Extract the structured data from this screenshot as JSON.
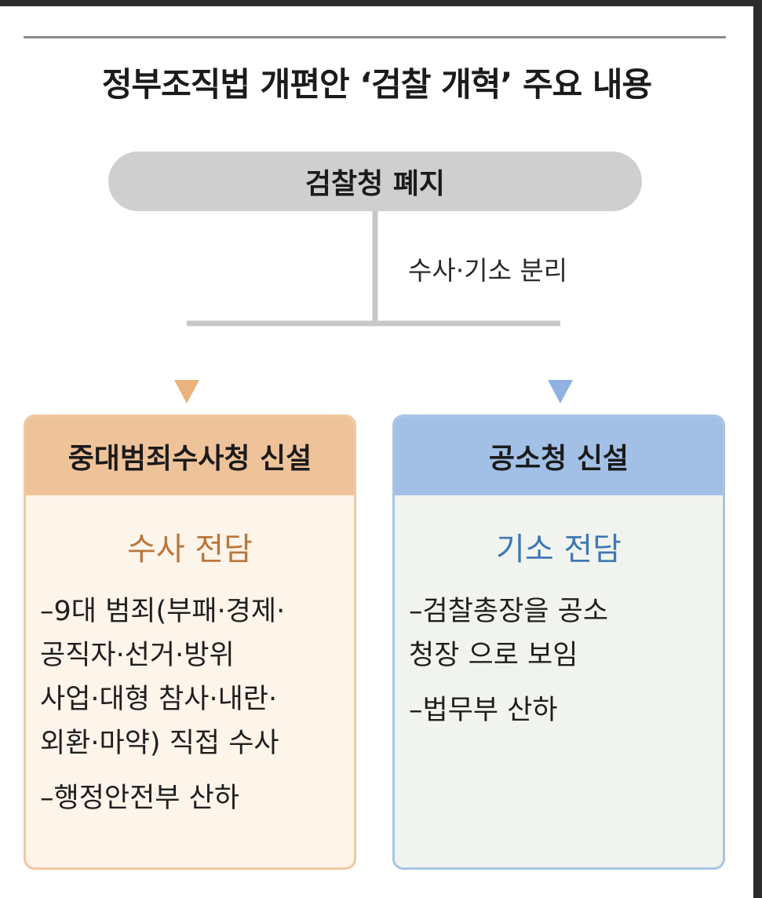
{
  "title": "정부조직법 개편안 ‘검찰 개혁’ 주요 내용",
  "root": {
    "label": "검찰청 폐지"
  },
  "edge_label": "수사·기소 분리",
  "left_box": {
    "title": "중대범죄수사청 신설",
    "subtitle": "수사 전담",
    "items": [
      "–9대 범죄(부패·경제·\n 공직자·선거·방위\n 사업·대형 참사·내란·\n 외환·마약) 직접 수사",
      "–행정안전부 산하"
    ]
  },
  "right_box": {
    "title": "공소청 신설",
    "subtitle": "기소 전담",
    "items": [
      "–검찰총장을 공소\n 청장 으로 보임",
      "–법무부 산하"
    ]
  },
  "colors": {
    "root_fill": "#cfcfcf",
    "connector_gray": "#c7c7c7",
    "left_accent": "#efc39a",
    "left_arrow": "#eab27c",
    "right_accent": "#a2c0e6",
    "right_arrow": "#8fb2e0"
  }
}
